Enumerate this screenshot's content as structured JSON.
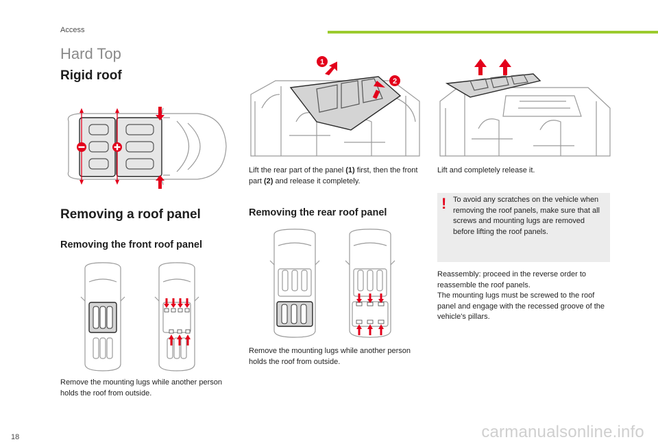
{
  "header": {
    "section": "Access"
  },
  "title": "Hard Top",
  "headings": {
    "rigid_roof": "Rigid roof",
    "removing_panel": "Removing a roof panel",
    "removing_front": "Removing the front roof panel",
    "removing_rear": "Removing the rear roof panel"
  },
  "captions": {
    "front_lugs": "Remove the mounting lugs while another person holds the roof from outside.",
    "lift_rear_a": "Lift the rear part of the panel ",
    "lift_rear_b": "(1)",
    "lift_rear_c": " first, then the front part ",
    "lift_rear_d": "(2)",
    "lift_rear_e": " and release it completely.",
    "rear_lugs": "Remove the mounting lugs while another person holds the roof from outside.",
    "lift_release": "Lift and completely release it."
  },
  "warning": {
    "mark": "!",
    "text": "To avoid any scratches on the vehicle when removing the roof panels, make sure that all screws and mounting lugs are removed before lifting the roof panels."
  },
  "reassembly": {
    "p1": "Reassembly: proceed in the reverse order to reassemble the roof panels.",
    "p2": "The mounting lugs must be screwed to the roof panel and engage with the recessed groove of the vehicle's pillars."
  },
  "callouts": {
    "one": "1",
    "two": "2"
  },
  "page_number": "18",
  "watermark": "carmanualsonline.info",
  "colors": {
    "accent_green": "#9ccb2e",
    "arrow_red": "#e3001b",
    "warning_bg": "#ececec"
  },
  "icons": [
    "minus-circle-icon",
    "plus-circle-icon",
    "red-arrow-icon",
    "warning-exclamation-icon"
  ]
}
